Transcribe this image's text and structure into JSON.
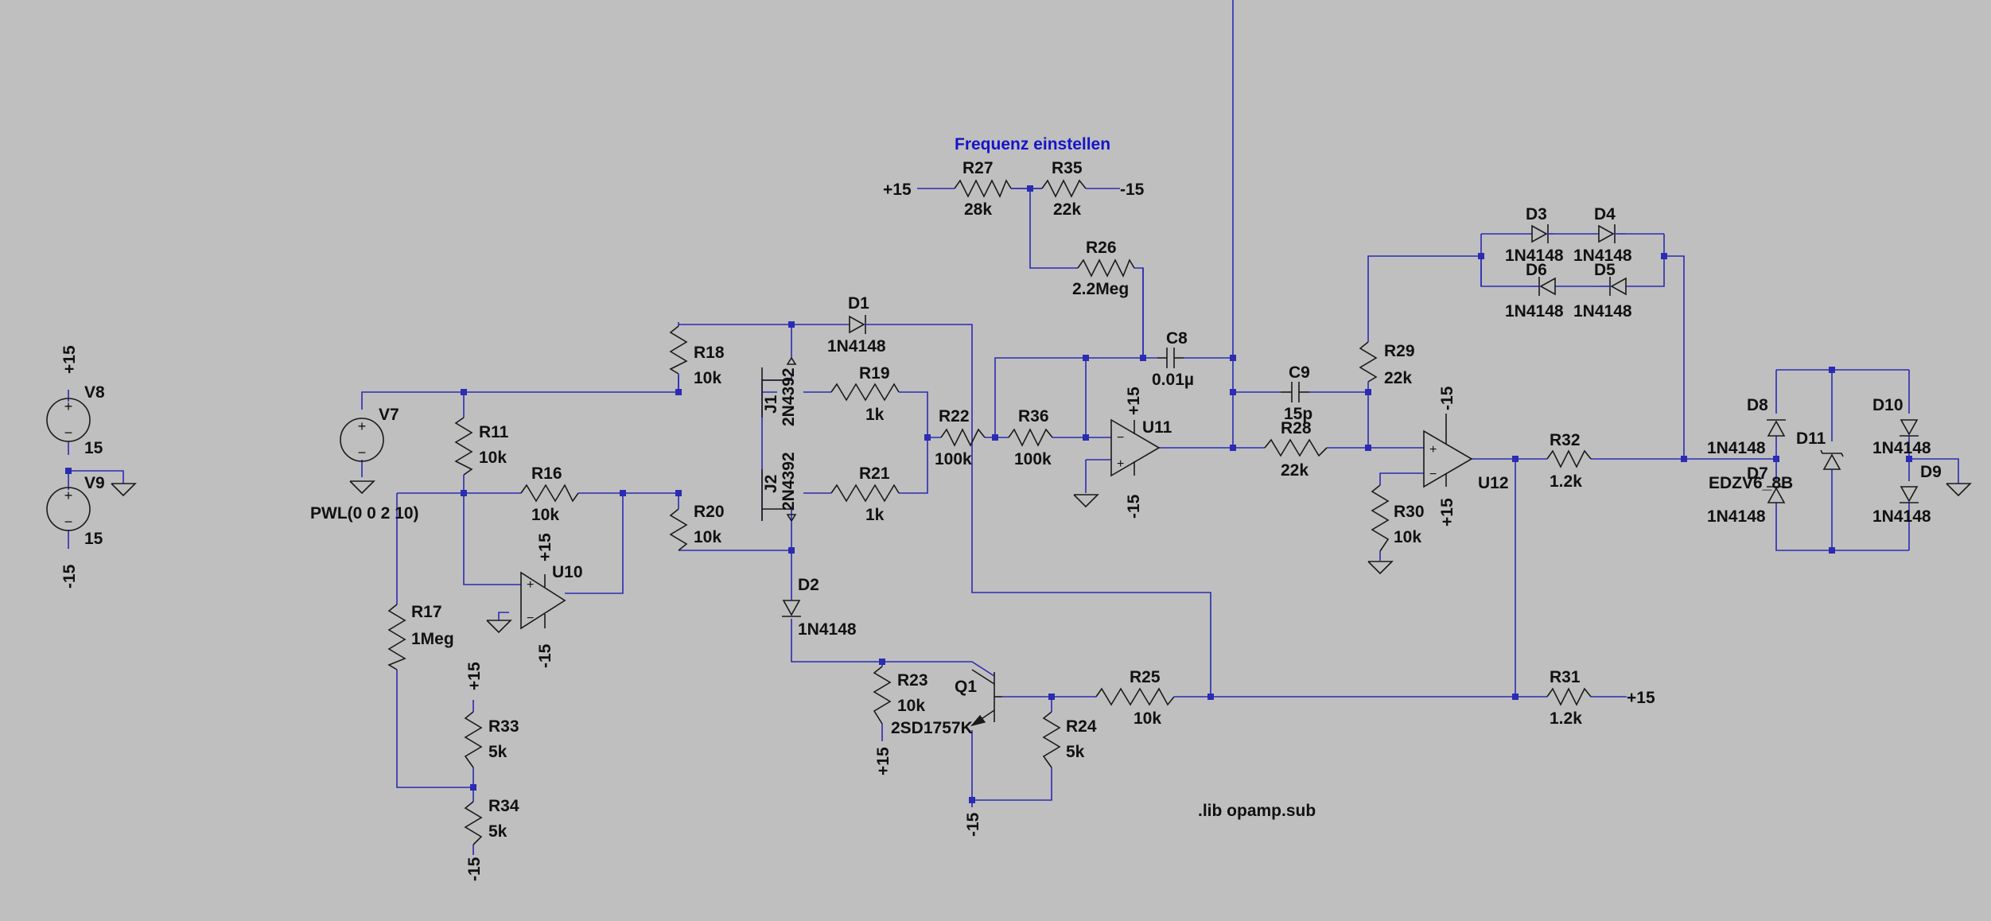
{
  "title": "Frequenz einstellen",
  "spice_directive": ".lib opamp.sub",
  "labels": {
    "V8": "V8",
    "V9": "V9",
    "V7": "V7",
    "R11": "R11",
    "R16": "R16",
    "R17": "R17",
    "R18": "R18",
    "R19": "R19",
    "R20": "R20",
    "R21": "R21",
    "R22": "R22",
    "R23": "R23",
    "R24": "R24",
    "R25": "R25",
    "R26": "R26",
    "R27": "R27",
    "R28": "R28",
    "R29": "R29",
    "R30": "R30",
    "R31": "R31",
    "R32": "R32",
    "R33": "R33",
    "R34": "R34",
    "R35": "R35",
    "R36": "R36",
    "C8": "C8",
    "C9": "C9",
    "D1": "D1",
    "D2": "D2",
    "D3": "D3",
    "D4": "D4",
    "D5": "D5",
    "D6": "D6",
    "D7": "D7",
    "D8": "D8",
    "D9": "D9",
    "D10": "D10",
    "D11": "D11",
    "J1": "J1",
    "J2": "J2",
    "Q1": "Q1",
    "U10": "U10",
    "U11": "U11",
    "U12": "U12"
  },
  "values": {
    "V8": "15",
    "V9": "15",
    "V7": "PWL(0 0 2 10)",
    "R11": "10k",
    "R16": "10k",
    "R17": "1Meg",
    "R18": "10k",
    "R19": "1k",
    "R20": "10k",
    "R21": "1k",
    "R22": "100k",
    "R23": "10k",
    "R24": "5k",
    "R25": "10k",
    "R26": "2.2Meg",
    "R27": "28k",
    "R28": "22k",
    "R29": "22k",
    "R30": "10k",
    "R31": "1.2k",
    "R32": "1.2k",
    "R33": "5k",
    "R34": "5k",
    "R35": "22k",
    "R36": "100k",
    "C8": "0.01µ",
    "C9": "15p",
    "D1": "1N4148",
    "D2": "1N4148",
    "D3": "1N4148",
    "D4": "1N4148",
    "D5": "1N4148",
    "D6": "1N4148",
    "D7": "1N4148",
    "D8": "1N4148",
    "D9": "1N4148",
    "D10": "1N4148",
    "D11": "EDZV6_8B",
    "J1": "2N4392",
    "J2": "2N4392",
    "Q1": "2SD1757K"
  },
  "supply": {
    "pos": "+15",
    "neg": "-15"
  }
}
